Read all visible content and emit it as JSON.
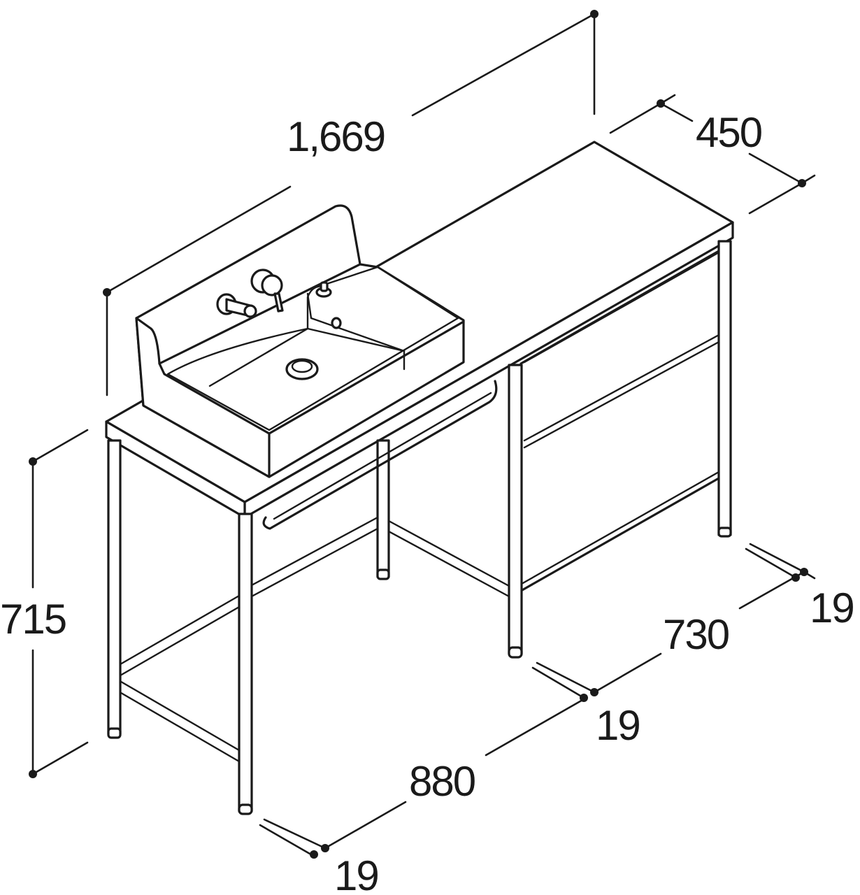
{
  "dimensions": {
    "total_width": "1,669",
    "depth": "450",
    "height": "715",
    "basin_section_width": "880",
    "cabinet_section_width": "730",
    "leg_left": "19",
    "leg_middle": "19",
    "leg_right": "19"
  },
  "colors": {
    "line": "#1a1a1a",
    "background": "#ffffff"
  }
}
